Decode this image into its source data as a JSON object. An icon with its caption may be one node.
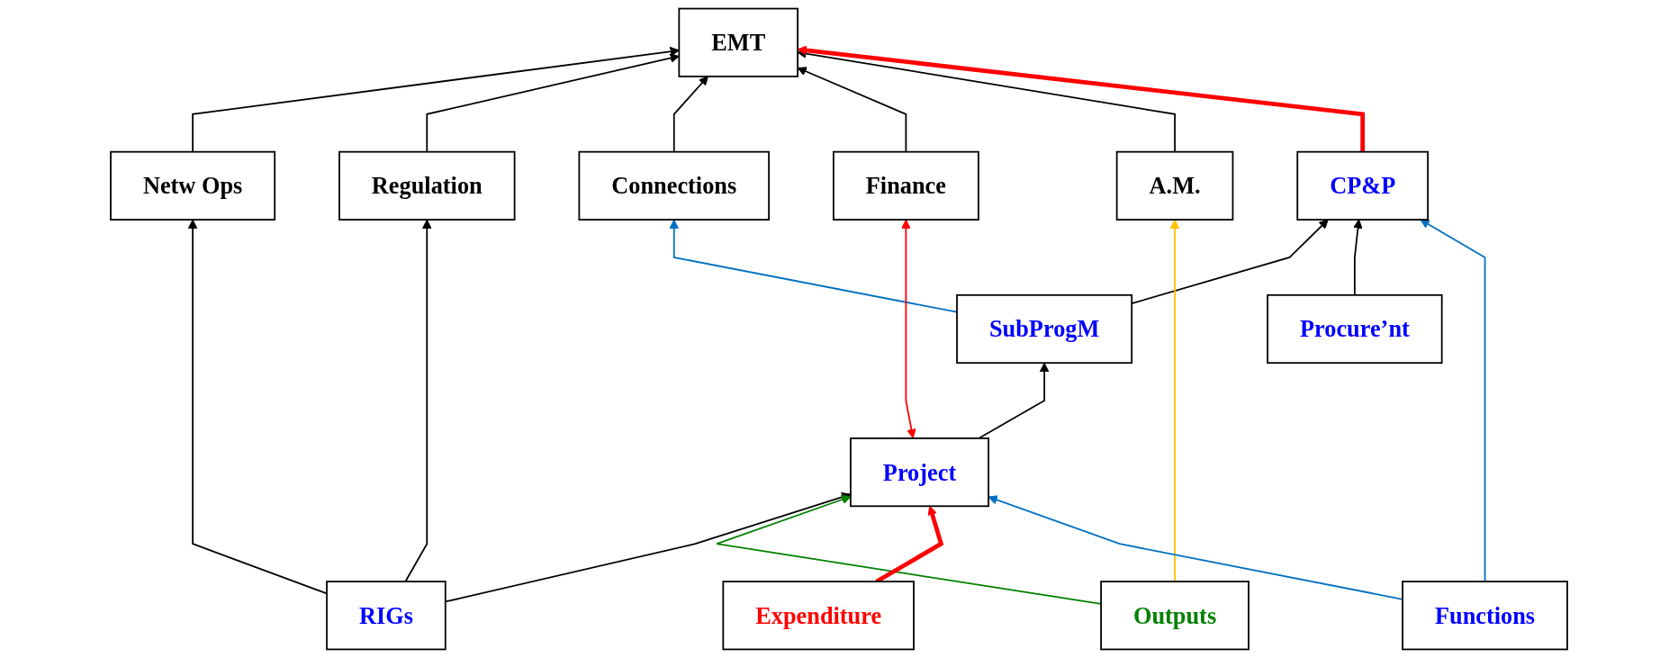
{
  "diagram": {
    "nodes": [
      {
        "text": [
          "EMT"
        ]
      },
      {
        "text": [
          "Netw Ops"
        ]
      },
      {
        "text": [
          "Regulation"
        ]
      },
      {
        "text": [
          "Connections"
        ]
      },
      {
        "text": [
          "Finance"
        ]
      },
      {
        "text": [
          "A.M."
        ]
      },
      {
        "text": [
          "CP&P"
        ]
      },
      {
        "text": [
          "SubProgM"
        ]
      },
      {
        "text": [
          "Procure’nt"
        ]
      },
      {
        "text": [
          "Project"
        ]
      },
      {
        "text": [
          "RIGs"
        ]
      },
      {
        "text": [
          "Outputs"
        ]
      },
      {
        "text": [
          "Expenditure"
        ]
      },
      {
        "text": [
          "Functions"
        ]
      }
    ],
    "edges": [
      {
        "from": 1,
        "to": 0,
        "arrow": "to"
      },
      {
        "from": 2,
        "to": 0,
        "arrow": "to"
      },
      {
        "from": 3,
        "to": 0,
        "arrow": "to"
      },
      {
        "from": 4,
        "to": 0,
        "arrow": "to"
      },
      {
        "from": 5,
        "to": 0,
        "arrow": "to"
      },
      {
        "from": 6,
        "to": 0,
        "arrow": "to",
        "style": "thick",
        "color": "#ff0000"
      },
      {
        "from": 7,
        "to": 6,
        "arrow": "to"
      },
      {
        "from": 8,
        "to": 6,
        "arrow": "to"
      },
      {
        "from": 7,
        "to": 3,
        "arrow": "to",
        "color": "#0070c0"
      },
      {
        "from": 9,
        "to": 7,
        "arrow": "to"
      },
      {
        "from": 4,
        "to": 9,
        "arrow": "both",
        "color": "#ff0000"
      },
      {
        "from": 10,
        "to": 1,
        "arrow": "to"
      },
      {
        "from": 10,
        "to": 2,
        "arrow": "to"
      },
      {
        "from": 10,
        "to": 9,
        "arrow": "to"
      },
      {
        "from": 11,
        "to": 5,
        "arrow": "to",
        "color": "#ffc000"
      },
      {
        "from": 11,
        "to": 9,
        "arrow": "to",
        "color": "#008000"
      },
      {
        "from": 12,
        "to": 9,
        "arrow": "to",
        "style": "thick",
        "color": "#ff0000"
      },
      {
        "from": 13,
        "to": 9,
        "arrow": "to",
        "color": "#0070c0"
      },
      {
        "from": 13,
        "to": 6,
        "arrow": "to",
        "color": "#0070c0"
      }
    ]
  }
}
